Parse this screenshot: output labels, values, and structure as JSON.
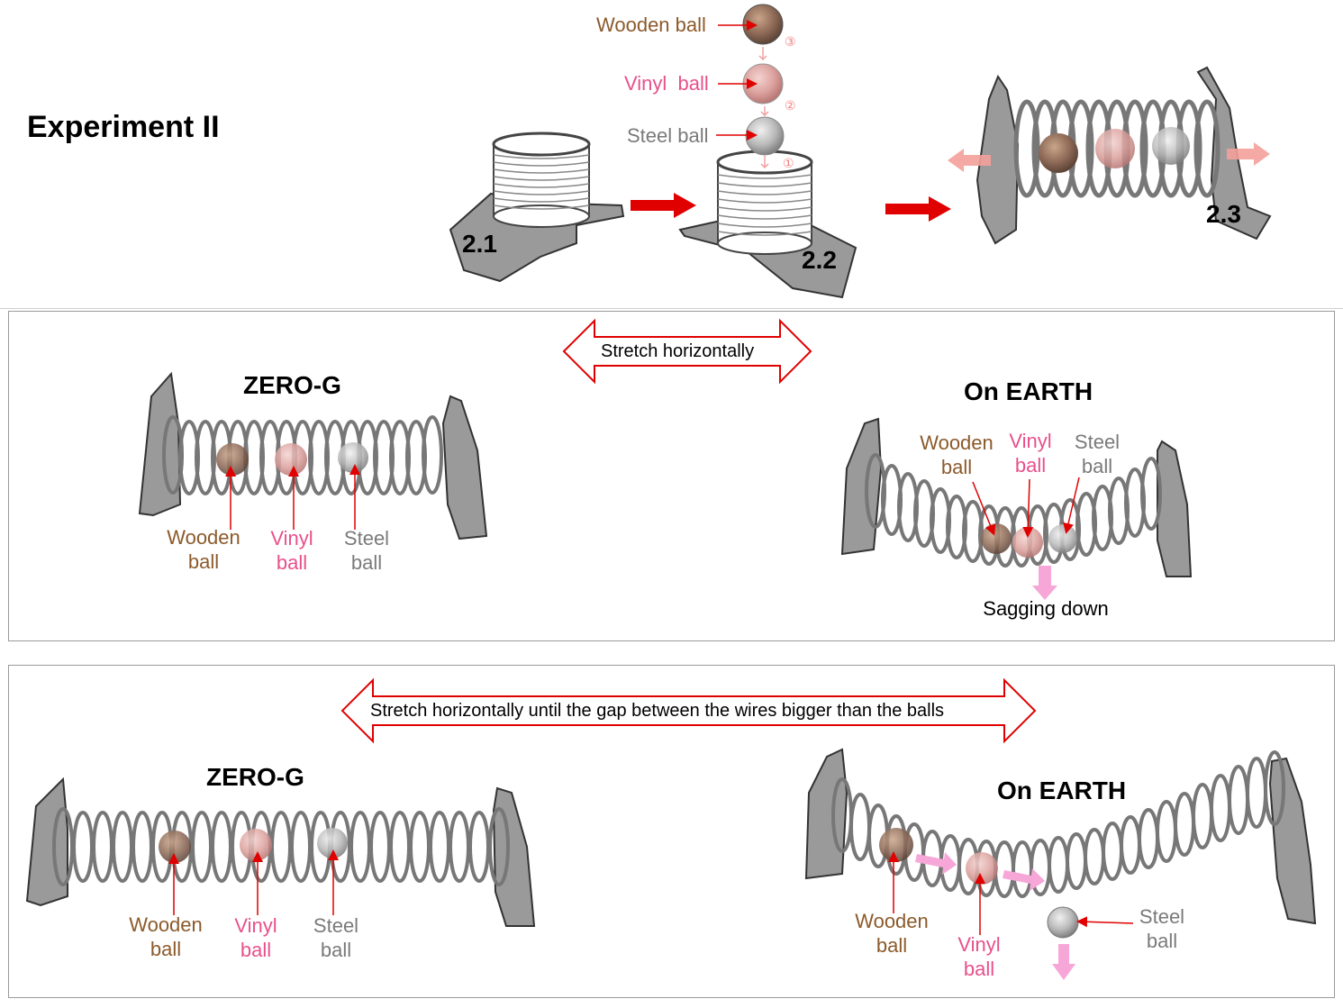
{
  "header": {
    "title": "Experiment II"
  },
  "top": {
    "labels": {
      "wooden": "Wooden ball",
      "vinyl": "Vinyl  ball",
      "steel": "Steel ball"
    },
    "order_marks": [
      "③",
      "②",
      "①"
    ],
    "steps": [
      "2.1",
      "2.2",
      "2.3"
    ]
  },
  "panel1": {
    "arrow_label": "Stretch horizontally",
    "zero_g": {
      "heading": "ZERO-G",
      "wooden": [
        "Wooden",
        "ball"
      ],
      "vinyl": [
        "Vinyl",
        "ball"
      ],
      "steel": [
        "Steel",
        "ball"
      ]
    },
    "earth": {
      "heading": "On EARTH",
      "wooden": [
        "Wooden",
        "ball"
      ],
      "vinyl": [
        "Vinyl",
        "ball"
      ],
      "steel": [
        "Steel",
        "ball"
      ],
      "sag_label": "Sagging down"
    }
  },
  "panel2": {
    "arrow_label": "Stretch horizontally until the gap between the wires bigger than the balls",
    "zero_g": {
      "heading": "ZERO-G",
      "wooden": [
        "Wooden",
        "ball"
      ],
      "vinyl": [
        "Vinyl",
        "ball"
      ],
      "steel": [
        "Steel",
        "ball"
      ]
    },
    "earth": {
      "heading": "On EARTH",
      "wooden": [
        "Wooden",
        "ball"
      ],
      "vinyl": [
        "Vinyl",
        "ball"
      ],
      "steel": [
        "Steel",
        "ball"
      ]
    }
  },
  "colors": {
    "wooden": "#8c5a2b",
    "vinyl": "#e8508a",
    "steel": "#7a7a7a",
    "arrow": "#e00000",
    "pink_arrow": "#f7a6d8"
  }
}
